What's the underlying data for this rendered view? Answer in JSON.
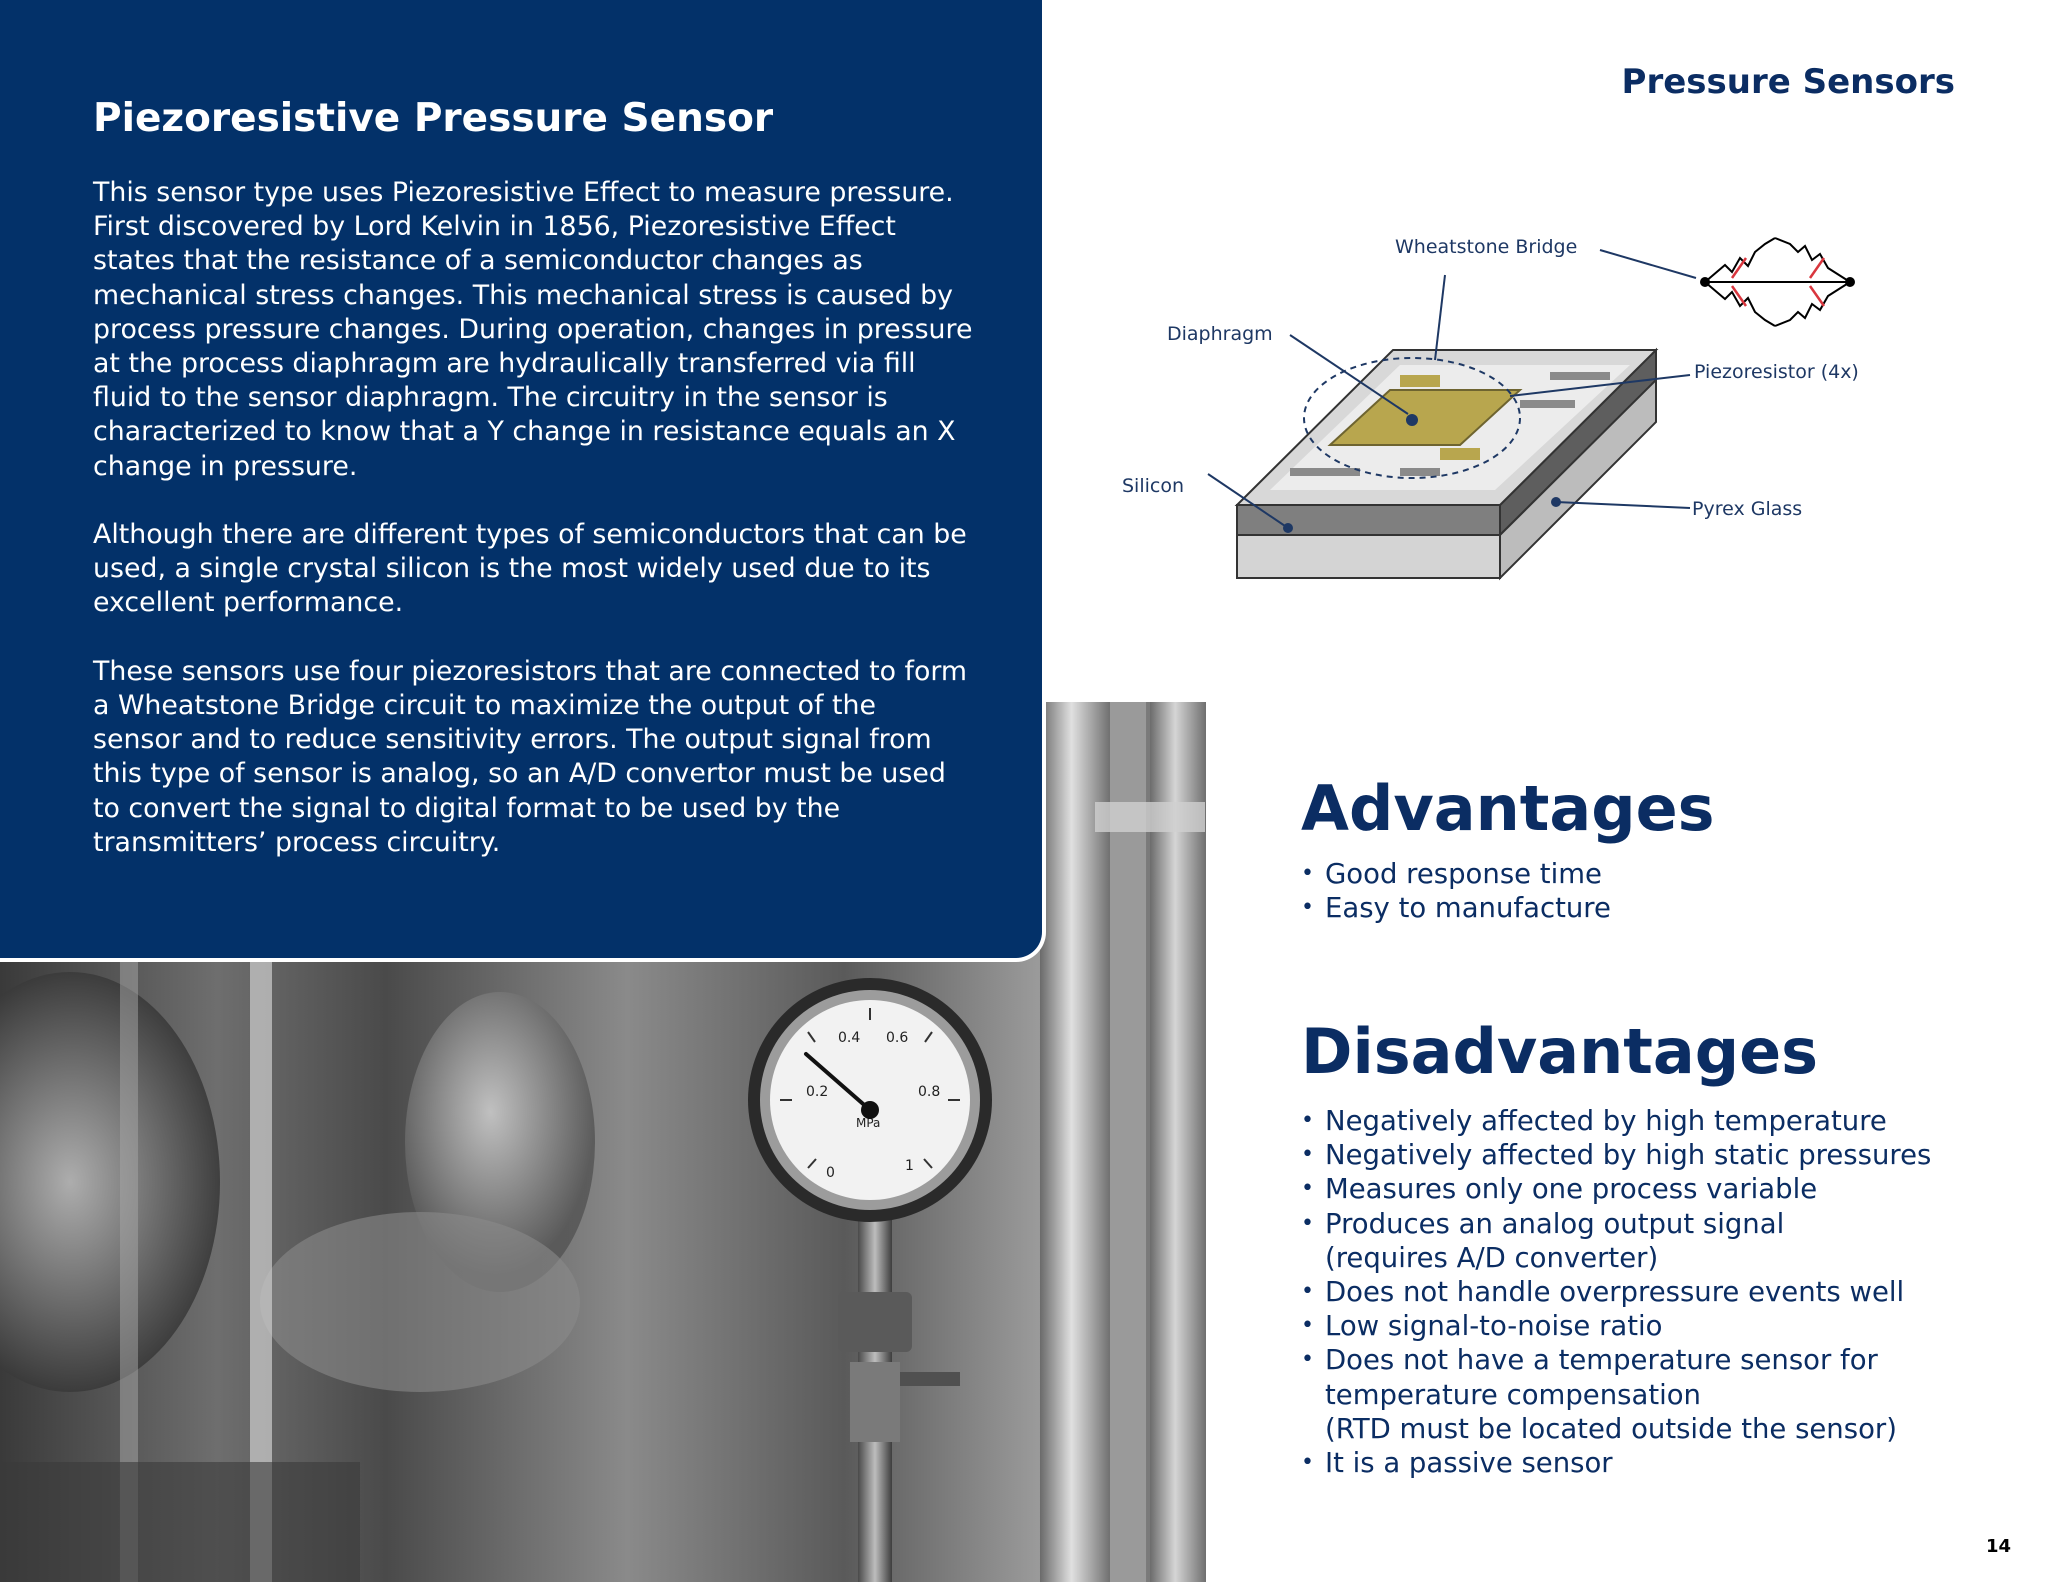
{
  "header": {
    "section": "Pressure Sensors"
  },
  "panel": {
    "title": "Piezoresistive Pressure Sensor",
    "paragraphs": [
      "This sensor type uses Piezoresistive Effect to measure pressure. First discovered by Lord Kelvin in 1856, Piezoresistive Effect states that the resistance of a semiconductor changes as mechanical stress changes. This mechanical stress is caused by process pressure changes. During operation, changes in pressure at the process diaphragm are hydraulically transferred via fill fluid to the sensor diaphragm. The circuitry in the sensor is characterized to know that a Y change in resistance equals an X change in pressure.",
      "Although there are different types of semiconductors that can be used, a single crystal silicon is the most widely used due to its excellent performance.",
      "These sensors use four piezoresistors that are connected to form a Wheatstone Bridge circuit to maximize the output of the sensor and to reduce sensitivity errors. The output signal from this type of sensor is analog, so an A/D convertor must be used to convert the signal to digital format to be used by the transmitters’ process circuitry."
    ]
  },
  "diagram": {
    "labels": {
      "wheatstone": "Wheatstone Bridge",
      "diaphragm": "Diaphragm",
      "piezoresistor": "Piezoresistor (4x)",
      "silicon": "Silicon",
      "pyrex": "Pyrex Glass"
    }
  },
  "gauge": {
    "ticks": [
      "0",
      "0.2",
      "0.4",
      "0.6",
      "0.8",
      "1"
    ],
    "unit": "MPa"
  },
  "advantages": {
    "title": "Advantages",
    "items": [
      "Good response time",
      "Easy to manufacture"
    ]
  },
  "disadvantages": {
    "title": "Disadvantages",
    "items": [
      "Negatively affected by high temperature",
      "Negatively affected by high static pressures",
      "Measures only one process variable",
      [
        "Produces an analog output signal",
        "(requires A/D converter)"
      ],
      "Does not handle overpressure events well",
      "Low signal-to-noise ratio",
      [
        "Does not have a temperature sensor for",
        "temperature compensation",
        "(RTD must be located outside the sensor)"
      ],
      "It is a passive sensor"
    ]
  },
  "footer": {
    "page_number": "14"
  },
  "colors": {
    "navy": "#033169",
    "text_navy": "#0b2d63",
    "accent_red": "#d9363e",
    "chip_gold": "#b8a64e"
  }
}
